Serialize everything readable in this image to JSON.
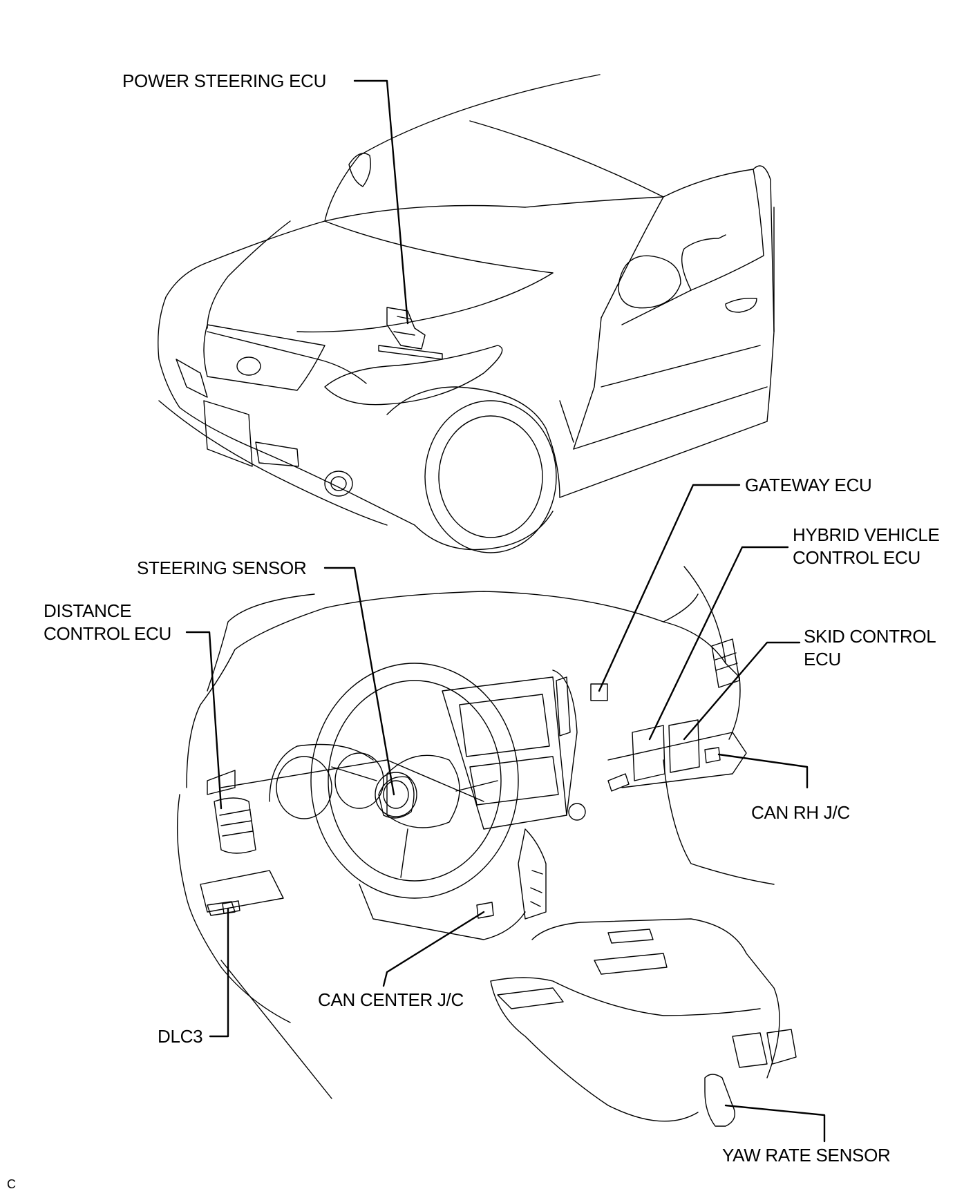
{
  "diagram": {
    "title": "CAN communication system component locations",
    "figure_mark": "C",
    "sections": [
      "vehicle-exterior-view",
      "instrument-panel-view"
    ],
    "labels": {
      "power_steering_ecu": "POWER STEERING ECU",
      "gateway_ecu": "GATEWAY ECU",
      "hybrid_vehicle_control_ecu": "HYBRID VEHICLE\nCONTROL ECU",
      "steering_sensor": "STEERING SENSOR",
      "distance_control_ecu": "DISTANCE\nCONTROL ECU",
      "skid_control_ecu": "SKID CONTROL\nECU",
      "can_rh_jc": "CAN RH J/C",
      "can_center_jc": "CAN CENTER J/C",
      "dlc3": "DLC3",
      "yaw_rate_sensor": "YAW RATE SENSOR"
    },
    "colors": {
      "line": "#000000",
      "background": "#ffffff"
    }
  }
}
